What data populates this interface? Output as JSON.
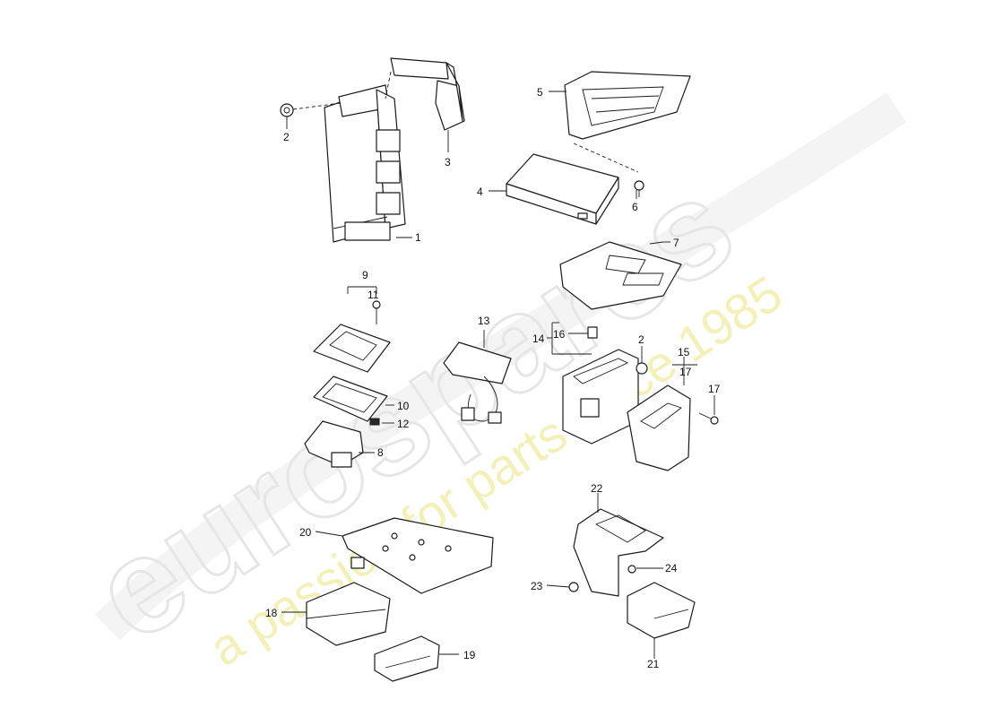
{
  "watermark": {
    "brand": "eurospares",
    "tagline": "a passion for parts since 1985"
  },
  "callouts": [
    "1",
    "2",
    "3",
    "4",
    "5",
    "6",
    "7",
    "8",
    "9",
    "10",
    "11",
    "12",
    "13",
    "14",
    "15",
    "16",
    "17",
    "18",
    "19",
    "20",
    "21",
    "22",
    "23",
    "24",
    "2",
    "17",
    "11",
    "17"
  ]
}
